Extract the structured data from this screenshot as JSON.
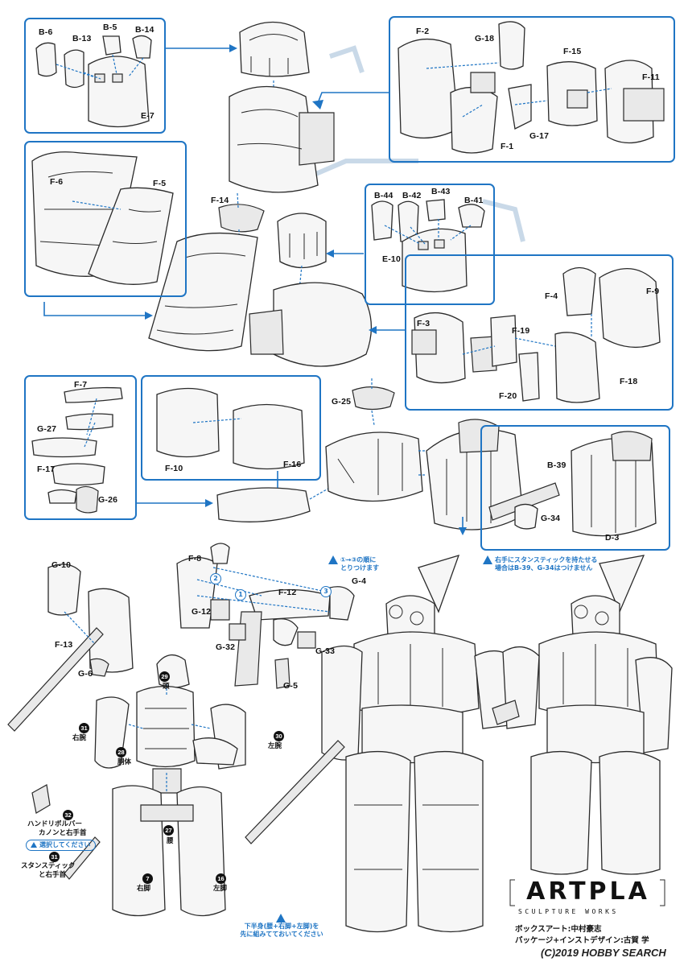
{
  "labels": {
    "b6": "B-6",
    "b13": "B-13",
    "b5": "B-5",
    "b14": "B-14",
    "e7": "E-7",
    "f2": "F-2",
    "g18": "G-18",
    "f15": "F-15",
    "f11": "F-11",
    "g17": "G-17",
    "f1": "F-1",
    "f6": "F-6",
    "f5": "F-5",
    "f14": "F-14",
    "b44": "B-44",
    "b42": "B-42",
    "b43": "B-43",
    "b41": "B-41",
    "e10": "E-10",
    "f4": "F-4",
    "f9": "F-9",
    "f3": "F-3",
    "f19": "F-19",
    "f18": "F-18",
    "f20": "F-20",
    "f7": "F-7",
    "g27": "G-27",
    "f17": "F-17",
    "g26": "G-26",
    "f10": "F-10",
    "f16": "F-16",
    "g25": "G-25",
    "b39": "B-39",
    "g34": "G-34",
    "d3": "D-3",
    "g10": "G-10",
    "f13": "F-13",
    "g6": "G-6",
    "f8": "F-8",
    "g4": "G-4",
    "f12": "F-12",
    "g12": "G-12",
    "g32": "G-32",
    "g33": "G-33",
    "g5": "G-5"
  },
  "step_numbers": {
    "s1": "1",
    "s2": "2",
    "s3": "3"
  },
  "notes": {
    "order_line1": "①→③の順に",
    "order_line2": "とりつけます",
    "stun_line1": "右手にスタンスティックを持たせる",
    "stun_line2": "場合はB-39、G-34はつけません",
    "lower_line1": "下半身(腰+右脚+左脚)を",
    "lower_line2": "先に組みてておいてください"
  },
  "assembly": {
    "head": "頭",
    "right_arm": "右腕",
    "torso": "胴体",
    "left_arm": "左腕",
    "waist": "腰",
    "right_leg": "右脚",
    "left_leg": "左脚",
    "choose": "選択してください",
    "revolver_line1": "ハンドリボルバー",
    "revolver_line2": "カノンと右手首",
    "stick_line1": "スタンスティック",
    "stick_line2": "と右手首"
  },
  "badges": {
    "head": "29",
    "right_arm": "31",
    "torso": "28",
    "left_arm": "30",
    "waist": "27",
    "right_leg": "7",
    "left_leg": "16",
    "revolver": "32",
    "stick": "31"
  },
  "brand": {
    "logo": "ARTPLA",
    "tagline": "SCULPTURE WORKS",
    "credit_box_art": "ボックスアート:中村豪志",
    "credit_package": "パッケージ+インストデザイン:古賀 学"
  },
  "watermark": "(C)2019 HOBBY SEARCH",
  "colors": {
    "accent": "#1f75c4",
    "line": "#2a2a2a",
    "paper": "#ffffff"
  }
}
